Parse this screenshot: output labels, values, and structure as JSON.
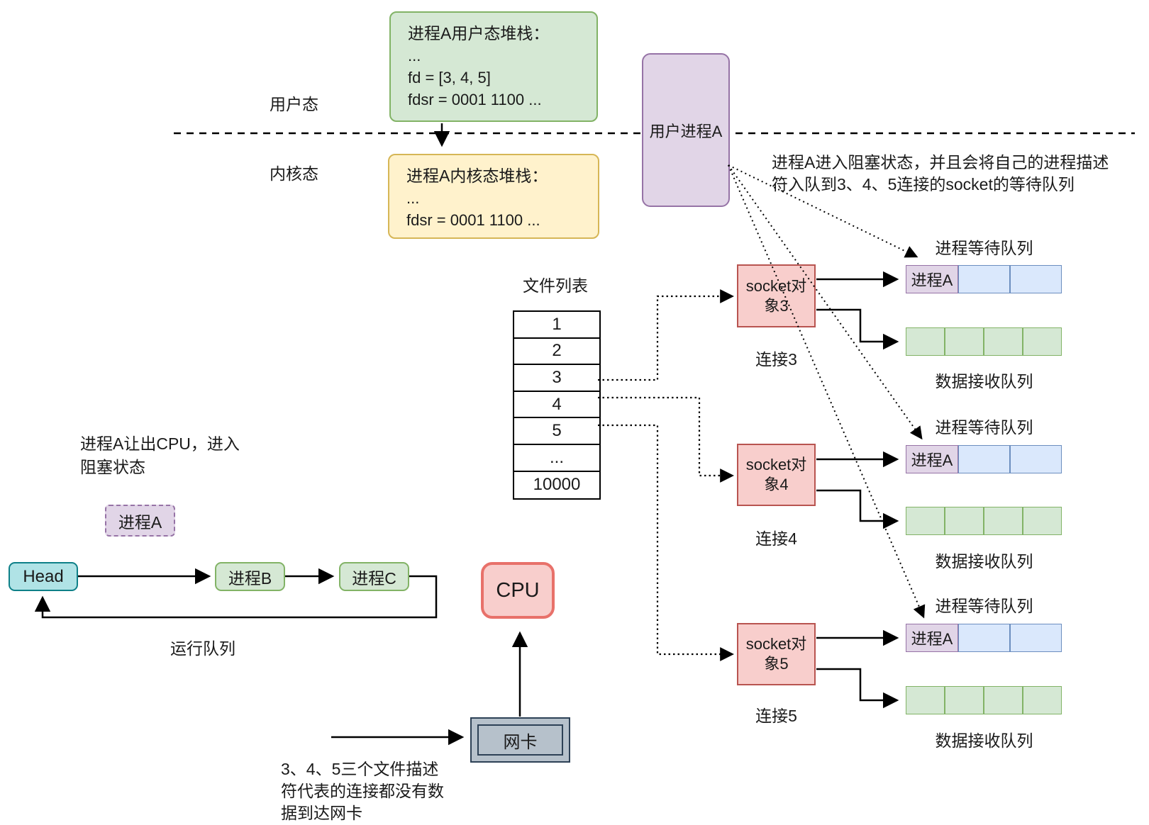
{
  "top": {
    "user_mode_label": "用户态",
    "kernel_mode_label": "内核态",
    "user_stack": {
      "title": "进程A用户态堆栈：",
      "lines": [
        "...",
        "fd = [3, 4, 5]",
        "fdsr = 0001 1100 ..."
      ]
    },
    "kernel_stack": {
      "title": "进程A内核态堆栈：",
      "lines": [
        "...",
        "fdsr = 0001 1100 ..."
      ]
    },
    "user_process_label": "用户进程A",
    "blocking_note": {
      "line1": "进程A进入阻塞状态，并且会将自己的进程描述",
      "line2": "符入队到3、4、5连接的socket的等待队列"
    }
  },
  "file_table": {
    "title": "文件列表",
    "rows": [
      "1",
      "2",
      "3",
      "4",
      "5",
      "...",
      "10000"
    ]
  },
  "sockets": {
    "wait_queue_label": "进程等待队列",
    "recv_queue_label": "数据接收队列",
    "process_cell": "进程A",
    "groups": [
      {
        "name": "socket对象3",
        "conn": "连接3"
      },
      {
        "name": "socket对象4",
        "conn": "连接4"
      },
      {
        "name": "socket对象5",
        "conn": "连接5"
      }
    ]
  },
  "run_queue": {
    "yield_note": {
      "line1": "进程A让出CPU，进入",
      "line2": "阻塞状态"
    },
    "process_a": "进程A",
    "head": "Head",
    "process_b": "进程B",
    "process_c": "进程C",
    "label": "运行队列"
  },
  "hardware": {
    "cpu": "CPU",
    "nic": "网卡",
    "nic_note": {
      "line1": "3、4、5三个文件描述",
      "line2": "符代表的连接都没有数",
      "line3": "据到达网卡"
    }
  },
  "colors": {
    "green_fill": "#d5e8d4",
    "green_stroke": "#82b366",
    "yellow_fill": "#fff2cc",
    "yellow_stroke": "#d6b656",
    "purple_fill": "#e1d5e7",
    "purple_stroke": "#9673a6",
    "red_fill": "#f8cecc",
    "red_stroke": "#b85450",
    "blue_fill": "#dae8fc",
    "blue_stroke": "#6c8ebf",
    "teal_fill": "#b0e3e6",
    "teal_stroke": "#0e8088",
    "nic_fill": "#b6c1cb",
    "nic_stroke": "#2d4156",
    "line": "#000000"
  }
}
